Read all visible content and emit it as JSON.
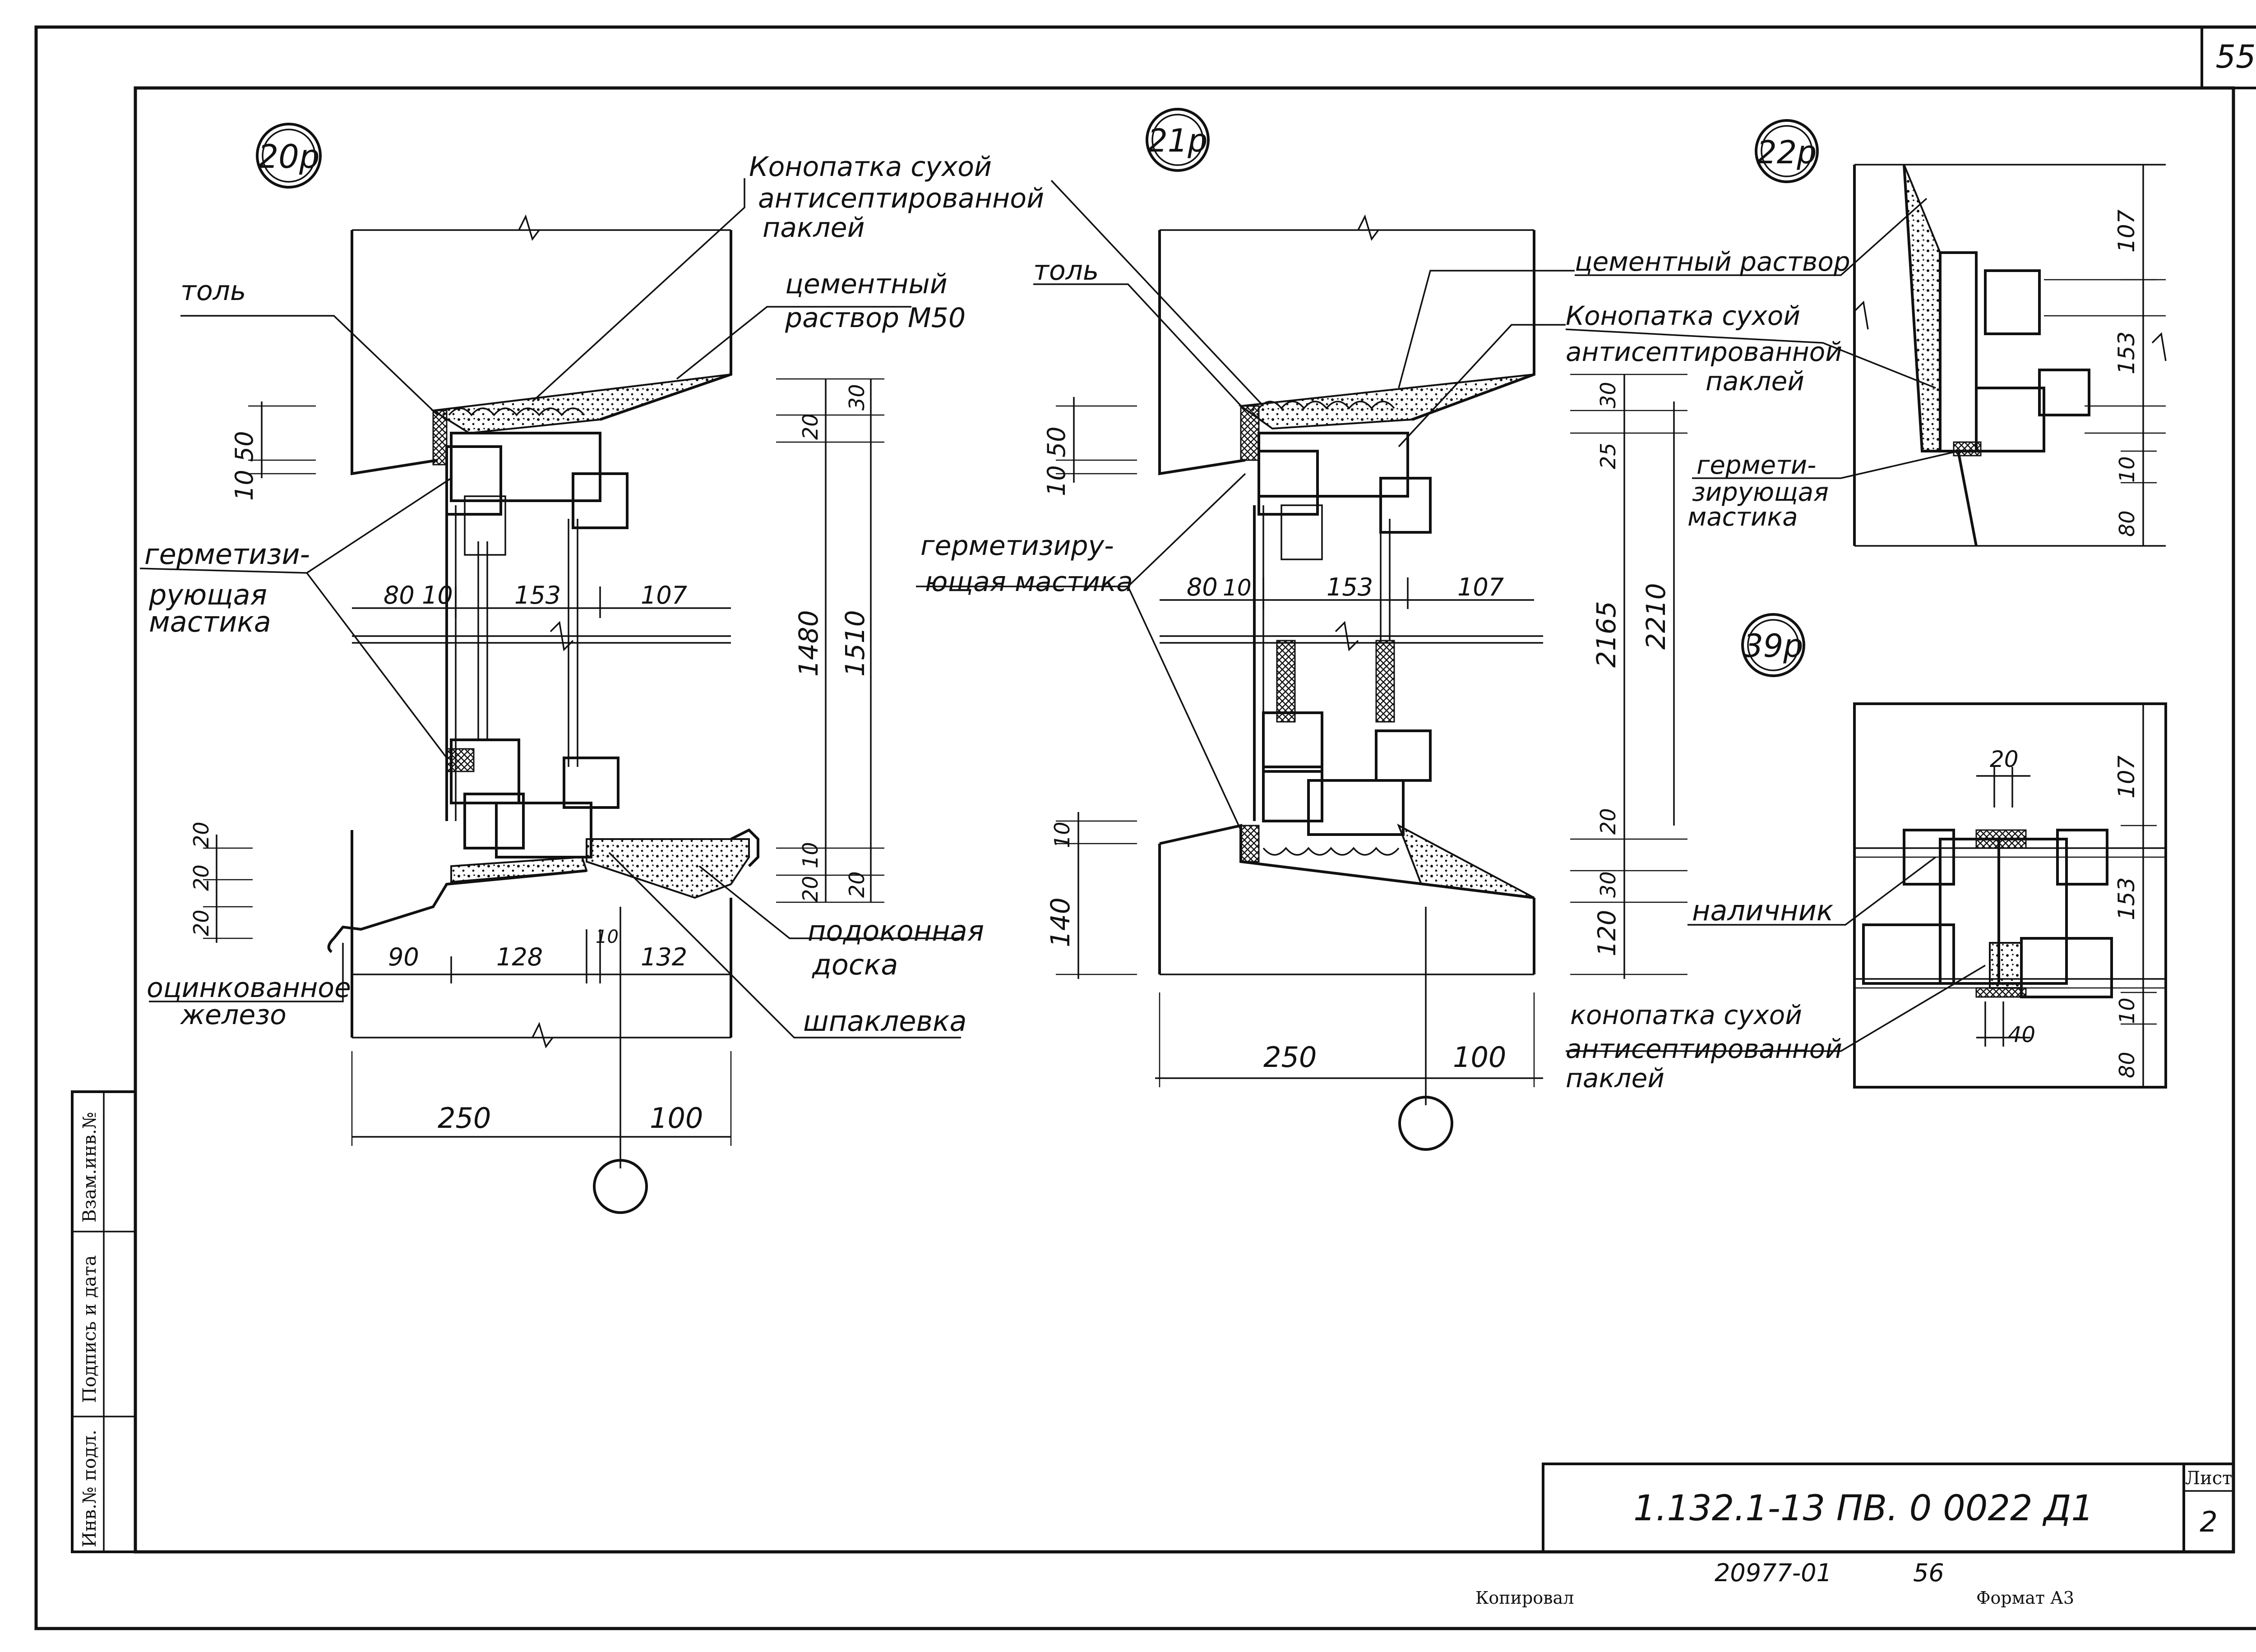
{
  "sheet": {
    "page_number": "55",
    "doc_code": "1.132.1-13 ПВ. 0 0022 Д1",
    "sheet_label": "Лист",
    "sheet_number": "2",
    "order_number": "20977-01",
    "order_page": "56",
    "copied_label": "Копировал",
    "format_label": "Формат А3",
    "side_stamp": [
      "Инв.№ подл.",
      "Подпись и дата",
      "Взам.инв.№"
    ]
  },
  "details": {
    "d20": {
      "marker": "20р",
      "labels": {
        "konopatka": [
          "Конопатка сухой",
          "антисептированной",
          "паклей"
        ],
        "tol": "толь",
        "cement": [
          "цементный",
          "раствор М50"
        ],
        "germ": [
          "герметизи-",
          "рующая",
          "мастика"
        ],
        "podokonnaya": [
          "подоконная",
          "доска"
        ],
        "shpaklevka": "шпаклевка",
        "zhelezo": [
          "оцинкованное",
          "железо"
        ]
      },
      "dims": {
        "d1050": "10 50",
        "d80": "80",
        "d10": "10",
        "d153": "153",
        "d107": "107",
        "d30": "30",
        "d20a": "20",
        "d1480": "1480",
        "d1510": "1510",
        "d10b": "10",
        "d20b": "20",
        "d20c": "20",
        "d20_1": "20",
        "d20_2": "20",
        "d20_3": "20",
        "d90": "90",
        "d128": "128",
        "d10c": "10",
        "d132": "132",
        "d250": "250",
        "d100": "100"
      }
    },
    "d21": {
      "marker": "21р",
      "labels": {
        "tol": "толь",
        "germ": [
          "герметизиру-",
          "ющая мастика"
        ]
      },
      "dims": {
        "d1050": "10 50",
        "d80": "80",
        "d10": "10",
        "d153": "153",
        "d107": "107",
        "d10b": "10",
        "d140": "140",
        "d30": "30",
        "d25": "25",
        "d2165": "2165",
        "d2210": "2210",
        "d20": "20",
        "d30b": "30",
        "d120": "120",
        "d250": "250",
        "d100": "100"
      }
    },
    "d22": {
      "marker": "22р",
      "labels": {
        "cement": "цементный раствор",
        "konopatka": [
          "Конопатка сухой",
          "антисептированной",
          "паклей"
        ],
        "germ": [
          "гермети-",
          "зирующая",
          "мастика"
        ]
      },
      "dims": {
        "d107": "107",
        "d153": "153",
        "d10": "10",
        "d80": "80"
      }
    },
    "d39": {
      "marker": "39р",
      "labels": {
        "nalichnik": "наличник",
        "konopatka": [
          "конопатка сухой",
          "антисептированной",
          "паклей"
        ]
      },
      "dims": {
        "d20": "20",
        "d107": "107",
        "d153": "153",
        "d40": "40",
        "d10": "10",
        "d80": "80"
      }
    }
  }
}
